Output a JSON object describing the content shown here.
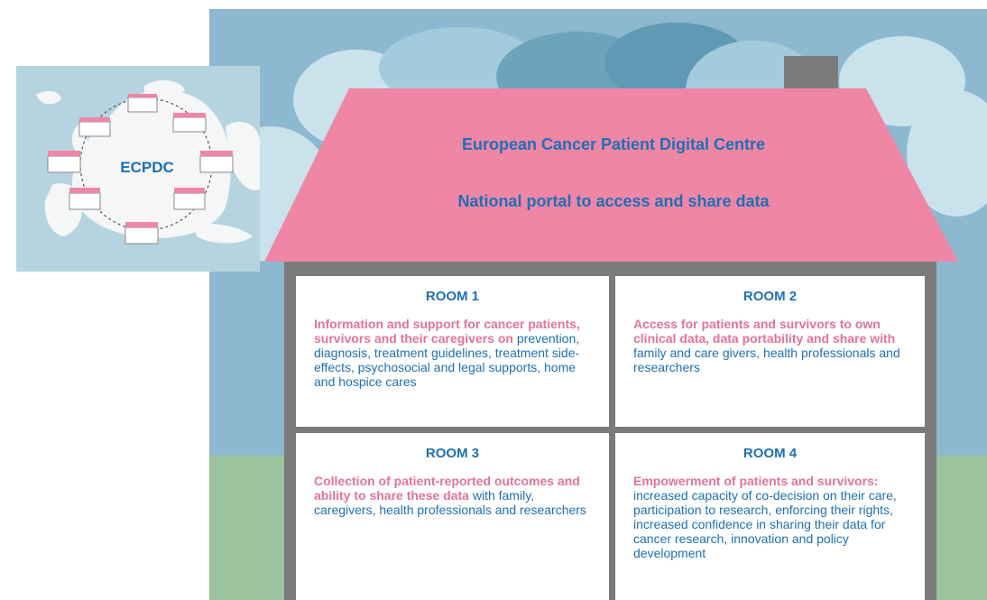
{
  "map": {
    "label": "ECPDC"
  },
  "roof": {
    "title": "European Cancer Patient Digital Centre",
    "subtitle": "National portal to access and share data"
  },
  "rooms": [
    {
      "title": "ROOM 1",
      "highlight": "Information and support for cancer patients, survivors and their caregivers on",
      "body": " prevention, diagnosis, treatment guidelines, treatment side-effects,  psychosocial and legal supports, home and hospice cares"
    },
    {
      "title": "ROOM 2",
      "highlight": "Access for patients and survivors to own clinical data, data portability and share with",
      "body": " family  and care givers, health professionals and researchers"
    },
    {
      "title": "ROOM 3",
      "highlight": "Collection of patient-reported outcomes and ability to share these data",
      "body": " with family, caregivers, health professionals and researchers"
    },
    {
      "title": "ROOM 4",
      "highlight": "Empowerment of patients and survivors:",
      "body": " increased capacity of co-decision on their care, participation to research, enforcing their rights, increased confidence in sharing their data for cancer research, innovation and policy development"
    }
  ],
  "colors": {
    "sky": "#8db9d0",
    "grass": "#9cc29e",
    "roof": "#ef86a6",
    "walls": "#7b7b7b",
    "text_blue": "#1f6fb5",
    "text_pink": "#e2739a",
    "map_sea": "#b6d4e0"
  }
}
